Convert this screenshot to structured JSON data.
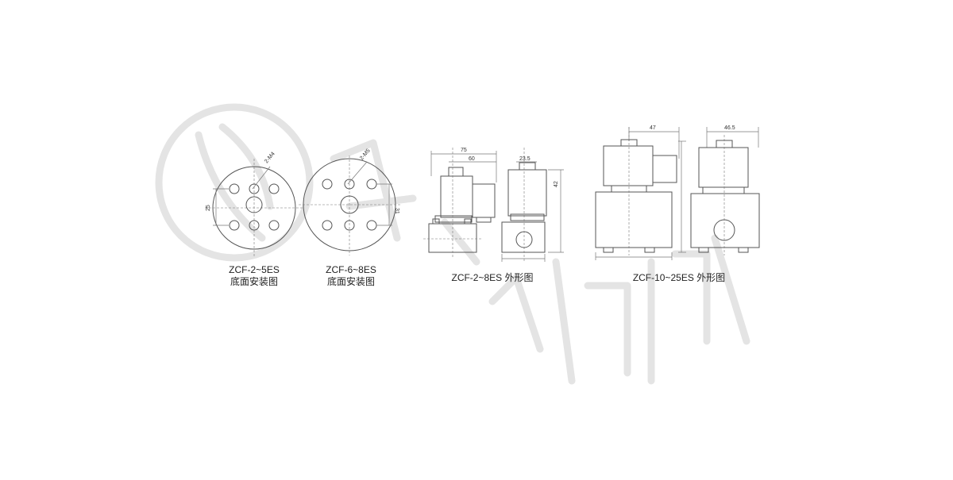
{
  "figures": [
    {
      "id": "zcf-2-5es-base",
      "model": "ZCF-2~5ES",
      "subtitle": "底面安装图",
      "hole_label": "2-M4",
      "dim_label": "25"
    },
    {
      "id": "zcf-6-8es-base",
      "model": "ZCF-6~8ES",
      "subtitle": "底面安装图",
      "hole_label": "2-M5",
      "dim_label": "31"
    },
    {
      "id": "zcf-2-8es-outline",
      "caption": "ZCF-2~8ES 外形图",
      "dims": [
        "75",
        "60",
        "23.5",
        "42"
      ]
    },
    {
      "id": "zcf-10-25es-outline",
      "caption": "ZCF-10~25ES 外形图",
      "dims": [
        "47",
        "46.5"
      ]
    }
  ]
}
